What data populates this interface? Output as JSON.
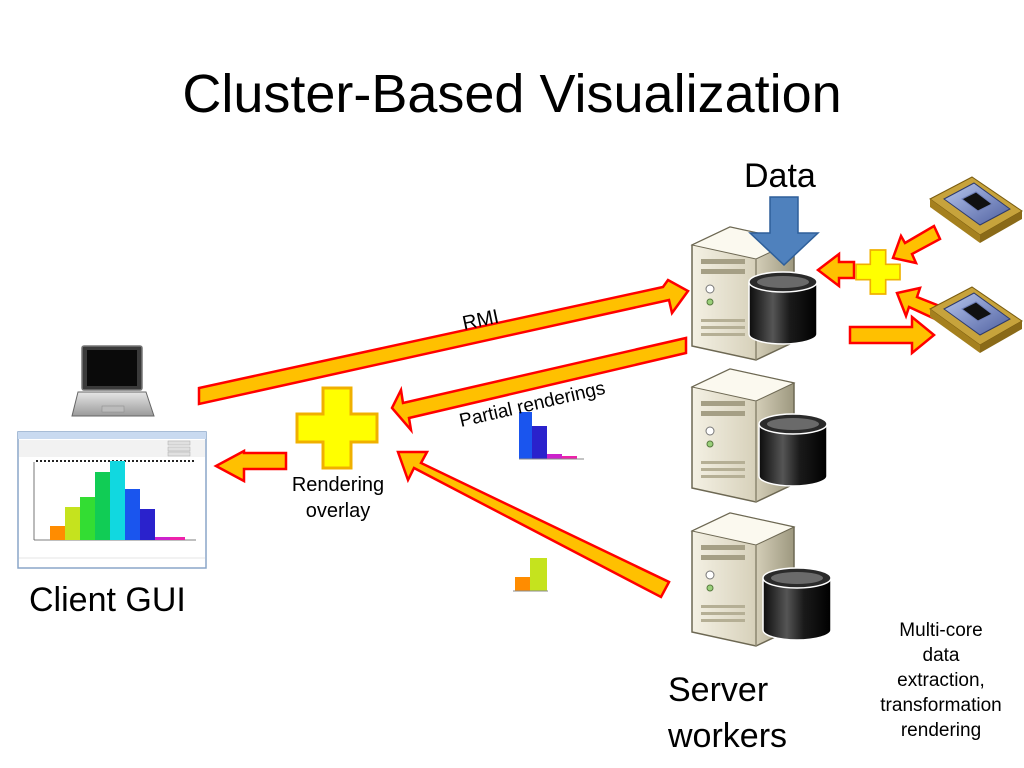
{
  "title": "Cluster-Based Visualization",
  "labels": {
    "data": "Data",
    "client_gui": "Client GUI",
    "rmi": "RMI",
    "partial_renderings": "Partial renderings",
    "rendering_overlay_line1": "Rendering",
    "rendering_overlay_line2": "overlay",
    "server_workers_line1": "Server",
    "server_workers_line2": "workers",
    "multicore_line1": "Multi-core",
    "multicore_line2": "data",
    "multicore_line3": "extraction,",
    "multicore_line4": "transformation",
    "multicore_line5": "rendering"
  },
  "colors": {
    "arrow_fill": "#ffc000",
    "arrow_stroke": "#ff0000",
    "plus_fill": "#ffff00",
    "data_arrow": "#4f81bd"
  },
  "icons": [
    "laptop-icon",
    "server-icon",
    "cpu-chip-icon",
    "database-icon",
    "plus-icon"
  ]
}
